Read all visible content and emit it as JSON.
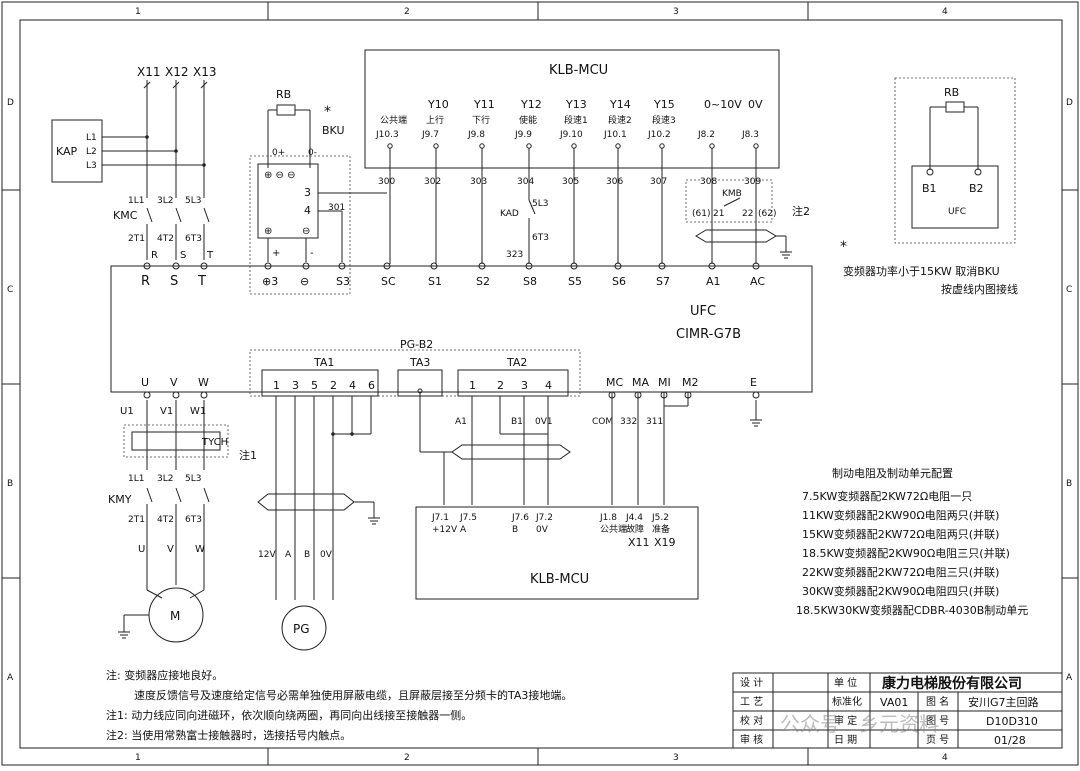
{
  "border": {
    "cols": [
      "1",
      "2",
      "3",
      "4"
    ],
    "rows": [
      "D",
      "C",
      "B",
      "A"
    ]
  },
  "mcu_top": {
    "title": "KLB-MCU",
    "terms": [
      {
        "sig": "",
        "desc": "公共端",
        "pin": "J10.3"
      },
      {
        "sig": "Y10",
        "desc": "上行",
        "pin": "J9.7"
      },
      {
        "sig": "Y11",
        "desc": "下行",
        "pin": "J9.8"
      },
      {
        "sig": "Y12",
        "desc": "使能",
        "pin": "J9.9"
      },
      {
        "sig": "Y13",
        "desc": "段速1",
        "pin": "J9.10"
      },
      {
        "sig": "Y14",
        "desc": "段速2",
        "pin": "J10.1"
      },
      {
        "sig": "Y15",
        "desc": "段速3",
        "pin": "J10.2"
      },
      {
        "sig": "0~10V",
        "desc": "",
        "pin": "J8.2"
      },
      {
        "sig": "0V",
        "desc": "",
        "pin": "J8.3"
      }
    ],
    "wires": [
      "300",
      "302",
      "303",
      "304",
      "305",
      "306",
      "307",
      "308",
      "309"
    ]
  },
  "inverter": {
    "name": "UFC",
    "model": "CIMR-G7B",
    "top_terms": [
      "R",
      "S",
      "T",
      "⊕3",
      "⊖",
      "S3",
      "SC",
      "S1",
      "S2",
      "S8",
      "S5",
      "S6",
      "S7",
      "A1",
      "AC"
    ],
    "bottom_terms": [
      "U",
      "V",
      "W",
      "MC",
      "MA",
      "MI",
      "M2",
      "E"
    ]
  },
  "supply": {
    "phases": [
      "X11",
      "X12",
      "X13"
    ],
    "lines": [
      "L1",
      "L2",
      "L3"
    ],
    "kap": "KAP"
  },
  "kmc": {
    "label": "KMC",
    "top": [
      "1L1",
      "3L2",
      "5L3"
    ],
    "bot": [
      "2T1",
      "4T2",
      "6T3"
    ],
    "rst": [
      "R",
      "S",
      "T"
    ]
  },
  "kmy": {
    "label": "KMY",
    "top": [
      "1L1",
      "3L2",
      "5L3"
    ],
    "bot": [
      "2T1",
      "4T2",
      "6T3"
    ],
    "uvw": [
      "U",
      "V",
      "W"
    ]
  },
  "motor": {
    "label": "M",
    "out": [
      "U1",
      "V1",
      "W1"
    ]
  },
  "tych": {
    "label": "TYCH",
    "note": "注1"
  },
  "bku": {
    "rb": "RB",
    "star": "*",
    "label": "BKU",
    "p": "0+",
    "n": "0-",
    "t3": "3",
    "t4": "4",
    "w301": "301",
    "plus": "+",
    "minus": "-"
  },
  "kad": {
    "label": "KAD",
    "a": "5L3",
    "b": "6T3",
    "w": "323"
  },
  "kmb": {
    "label": "KMB",
    "p61": "(61)",
    "p21": "21",
    "p22": "22",
    "p62": "(62)",
    "note": "注2"
  },
  "pgb2": {
    "title": "PG-B2",
    "ta1": "TA1",
    "ta1_pins": [
      "1",
      "3",
      "5",
      "2",
      "4",
      "6"
    ],
    "ta3": "TA3",
    "ta2": "TA2",
    "ta2_pins": [
      "1",
      "2",
      "3",
      "4"
    ],
    "mid_labels": [
      "A1",
      "B1",
      "0V1",
      "COM",
      "332",
      "311"
    ]
  },
  "pg": {
    "label": "PG",
    "wires": [
      "12V",
      "A",
      "B",
      "0V"
    ]
  },
  "mcu_bottom": {
    "title": "KLB-MCU",
    "terms": [
      {
        "pin": "J7.1",
        "desc": "+12V"
      },
      {
        "pin": "J7.5",
        "desc": "A"
      },
      {
        "pin": "J7.6",
        "desc": "B"
      },
      {
        "pin": "J7.2",
        "desc": "0V"
      },
      {
        "pin": "J1.8",
        "desc": "公共端"
      },
      {
        "pin": "J4.4",
        "desc": "故障",
        "sig": "X11"
      },
      {
        "pin": "J5.2",
        "desc": "准备",
        "sig": "X19"
      }
    ]
  },
  "inset": {
    "rb": "RB",
    "b1": "B1",
    "b2": "B2",
    "label": "UFC"
  },
  "star_note": {
    "star": "*",
    "line1": "变频器功率小于15KW  取消BKU",
    "line2": "按虚线内图接线"
  },
  "brake_config": {
    "title": "制动电阻及制动单元配置",
    "lines": [
      "7.5KW变频器配2KW72Ω电阻一只",
      "11KW变频器配2KW90Ω电阻两只(并联)",
      "15KW变频器配2KW72Ω电阻两只(并联)",
      "18.5KW变频器配2KW90Ω电阻三只(并联)",
      "22KW变频器配2KW72Ω电阻三只(并联)",
      "30KW变频器配2KW90Ω电阻四只(并联)",
      "18.5KW30KW变频器配CDBR-4030B制动单元"
    ]
  },
  "notes": [
    "注:  变频器应接地良好。",
    "速度反馈信号及速度给定信号必需单独使用屏蔽电缆，且屏蔽层接至分频卡的TA3接地端。",
    "注1:  动力线应同向进磁环，依次顺向绕两圈，再同向出线接至接触器一侧。",
    "注2:  当使用常熟富士接触器时，选接括号内触点。"
  ],
  "title_block": {
    "labels": [
      "设 计",
      "工 艺",
      "校 对",
      "审 核"
    ],
    "unit_label": "单 位",
    "company": "康力电梯股份有限公司",
    "std_label": "标准化",
    "std_val": "VA01",
    "fig_label": "图 名",
    "fig_val": "安川G7主回路",
    "rev_label": "审 定",
    "no_label": "图 号",
    "no_val": "D10D310",
    "date_label": "日 期",
    "page_label": "页 号",
    "page_val": "01/28"
  },
  "watermark": "公众号 · 乡元资料"
}
